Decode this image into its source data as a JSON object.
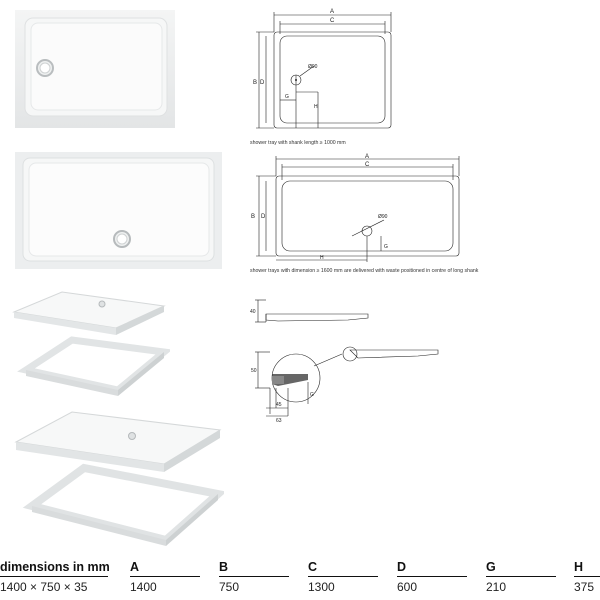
{
  "drawings": {
    "tray_standard": {
      "labels": {
        "a": "A",
        "c": "C",
        "b": "B",
        "d": "D",
        "diameter": "Ø90",
        "g": "G",
        "h": "H"
      },
      "caption": "shower tray with shank length ≥ 1000 mm"
    },
    "tray_long": {
      "labels": {
        "a": "A",
        "c": "C",
        "b": "B",
        "d": "D",
        "diameter": "Ø90",
        "g": "G",
        "h": "H"
      },
      "caption": "shower trays with dimension ≥ 1600 mm are delivered with waste positioned in centre of long shank"
    },
    "profile": {
      "labels": {
        "height": "40"
      }
    },
    "detail": {
      "labels": {
        "top": "50",
        "g": "G",
        "d45": "45",
        "d63": "63"
      }
    }
  },
  "table": {
    "headers": [
      "dimensions in mm",
      "A",
      "B",
      "C",
      "D",
      "G",
      "H"
    ],
    "rows": [
      [
        "1400 × 750 × 35",
        "1400",
        "750",
        "1300",
        "600",
        "210",
        "375"
      ]
    ]
  }
}
